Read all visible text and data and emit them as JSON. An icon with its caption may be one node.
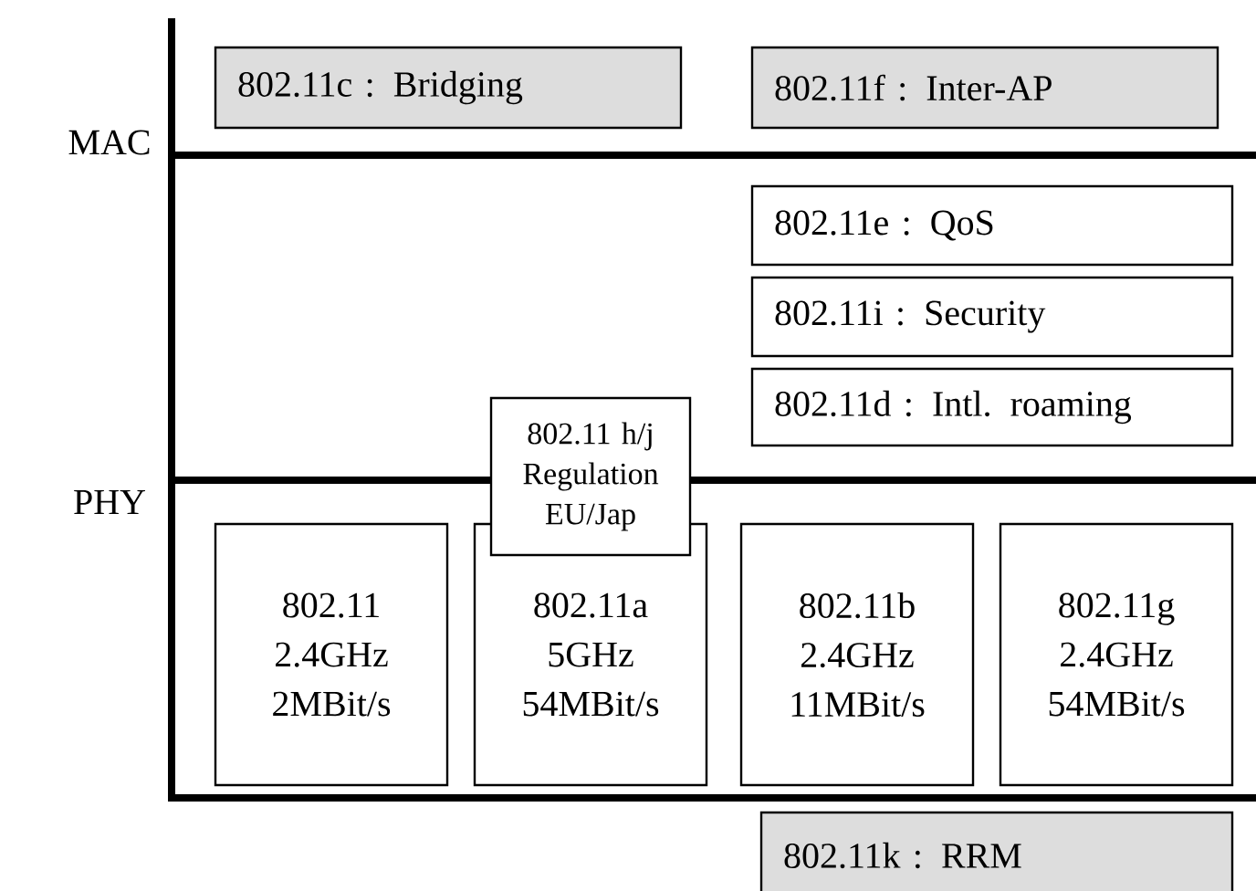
{
  "diagram": {
    "nodes": [
      {
        "text": [
          "802.11c : Bridging"
        ]
      },
      {
        "text": [
          "802.11f : Inter-AP"
        ]
      },
      {
        "text": [
          "802.11e : QoS"
        ]
      },
      {
        "text": [
          "802.11i : Security"
        ]
      },
      {
        "text": [
          "802.11d : Intl. roaming"
        ]
      },
      {
        "text": [
          "802.11 h/j Regulation EU/Jap"
        ]
      },
      {
        "text": [
          "802.11 2.4GHz 2MBit/s"
        ]
      },
      {
        "text": [
          "802.11a 5GHz 54MBit/s"
        ]
      },
      {
        "text": [
          "802.11b 2.4GHz 11MBit/s"
        ]
      },
      {
        "text": [
          "802.11g 2.4GHz 54MBit/s"
        ]
      },
      {
        "text": [
          "802.11k : RRM"
        ]
      }
    ],
    "labels": [
      "MAC",
      "PHY"
    ]
  }
}
